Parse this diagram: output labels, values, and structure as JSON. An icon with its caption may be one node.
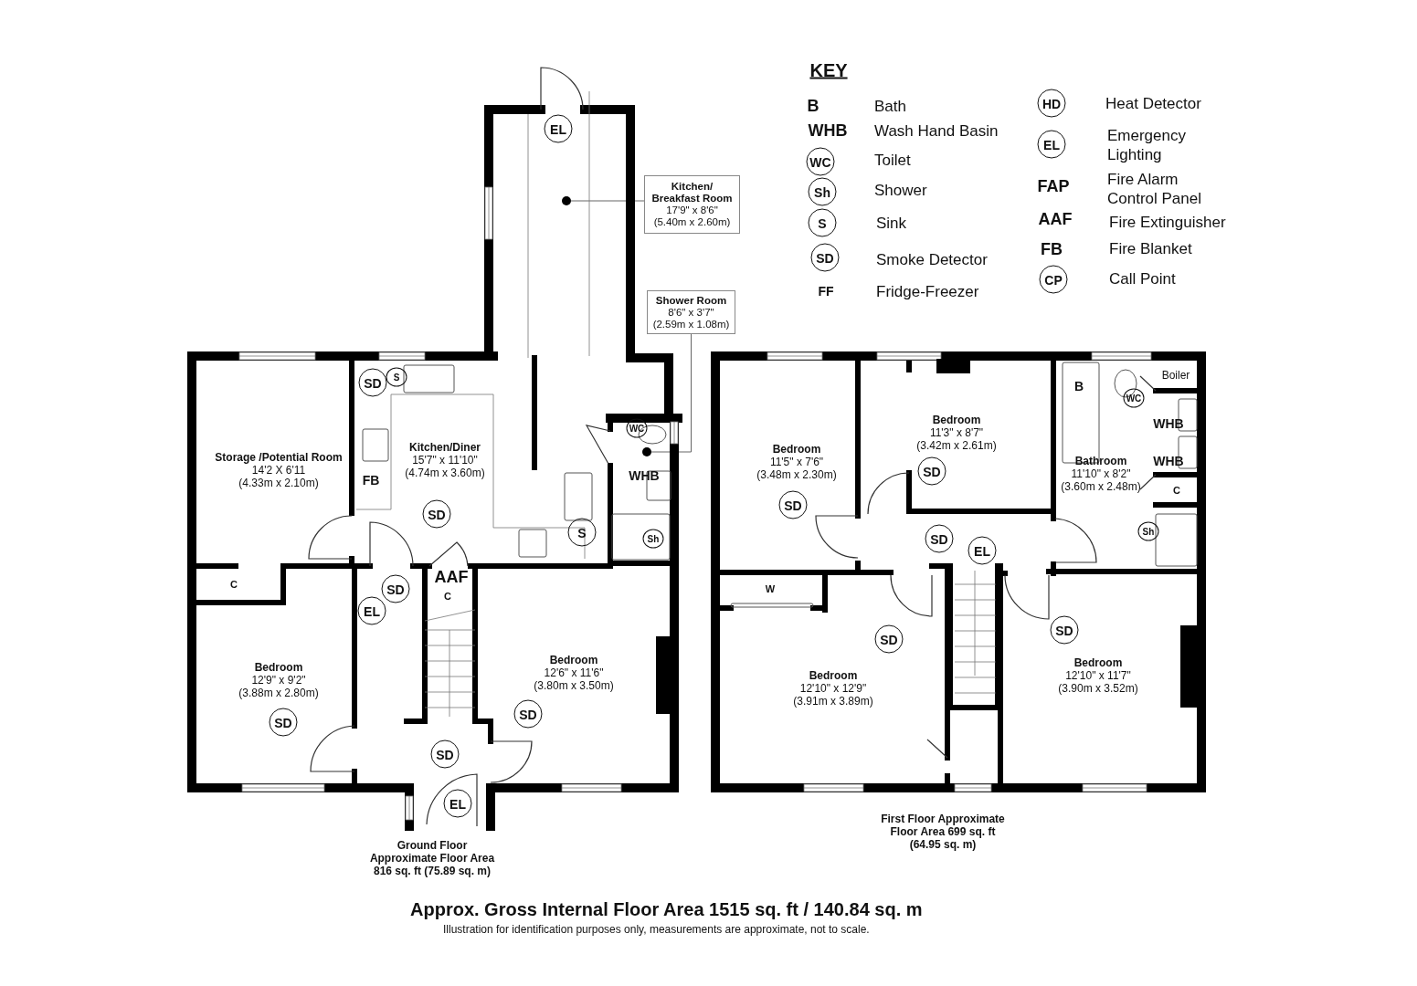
{
  "diagram": {
    "title": "Approx. Gross Internal Floor Area 1515 sq. ft / 140.84 sq. m",
    "caption": "Illustration for identification purposes only, measurements are approximate, not to scale.",
    "nodes": [
      {
        "text": [
          "Ground Floor Approximate Floor Area 816 sq. ft (75.89 sq. m)"
        ]
      },
      {
        "text": [
          "Kitchen/ Breakfast Room",
          "17'9\" x 8'6\"",
          "(5.40m x 2.60m)"
        ]
      },
      {
        "text": [],
        "shape": "circle",
        "in": 0
      },
      {
        "text": [
          "Shower Room",
          "8'6\" x 3'7\"",
          "(2.59m x 1.08m)"
        ]
      },
      {
        "text": [],
        "shape": "circle",
        "in": 0
      },
      {
        "text": [
          "Storage /Potential Room",
          "14'2 X 6'11",
          "(4.33m x 2.10m)"
        ],
        "in": 0
      },
      {
        "text": [
          "Kitchen/Diner",
          "15'7\" x 11'10\"",
          "(4.74m x 3.60m)"
        ],
        "in": 0
      },
      {
        "text": [
          "Bedroom",
          "12'6\" x 11'6\"",
          "(3.80m x 3.50m)"
        ],
        "in": 0
      },
      {
        "text": [
          "Bedroom",
          "12'9\" x 9'2\"",
          "(3.88m x 2.80m)"
        ],
        "in": 0
      },
      {
        "text": [
          "First Floor Approximate Floor Area 699 sq. ft (64.95 sq. m)"
        ]
      },
      {
        "text": [
          "Bedroom",
          "11'3\" x 8'7\"",
          "(3.42m x 2.61m)"
        ],
        "in": 9
      },
      {
        "text": [
          "Bedroom",
          "11'5\" x 7'6\"",
          "(3.48m x 2.30m)"
        ],
        "in": 9
      },
      {
        "text": [
          "Bathroom",
          "11'10\" x 8'2\"",
          "(3.60m x 2.48m)"
        ],
        "in": 9
      },
      {
        "text": [
          "Bedroom",
          "12'10\" x 11'7\"",
          "(3.90m x 3.52m)"
        ],
        "in": 9
      },
      {
        "text": [
          "Bedroom",
          "12'10\" x 12'9\"",
          "(3.91m x 3.89m)"
        ],
        "in": 9
      }
    ],
    "edges": [
      {
        "from": 1,
        "to": 2,
        "arrow": "none"
      },
      {
        "from": 3,
        "to": 4,
        "arrow": "none"
      }
    ],
    "labels": [
      "KEY",
      "B",
      "WHB",
      "WC",
      "Sh",
      "S",
      "SD",
      "FF",
      "HD",
      "EL",
      "FAP",
      "AAF",
      "FB",
      "CP",
      "EL",
      "SD",
      "S",
      "WC",
      "FB",
      "WHB",
      "SD",
      "S",
      "Sh",
      "C",
      "AAF",
      "SD",
      "C",
      "EL",
      "SD",
      "SD",
      "SD",
      "EL",
      "Boiler",
      "B",
      "WC",
      "WHB",
      "WHB",
      "SD",
      "C",
      "SD",
      "Sh",
      "SD",
      "EL",
      "W",
      "SD",
      "SD"
    ],
    "legend": [
      {
        "text": "Bath"
      },
      {
        "text": "Wash Hand Basin"
      },
      {
        "text": "Toilet"
      },
      {
        "text": "Shower"
      },
      {
        "text": "Sink"
      },
      {
        "text": "Smoke Detector"
      },
      {
        "text": "Fridge-Freezer"
      },
      {
        "text": "Heat Detector"
      },
      {
        "text": "Emergency Lighting"
      },
      {
        "text": "Fire Alarm Control Panel"
      },
      {
        "text": "Fire Extinguisher"
      },
      {
        "text": "Fire Blanket"
      },
      {
        "text": "Call Point"
      }
    ]
  }
}
